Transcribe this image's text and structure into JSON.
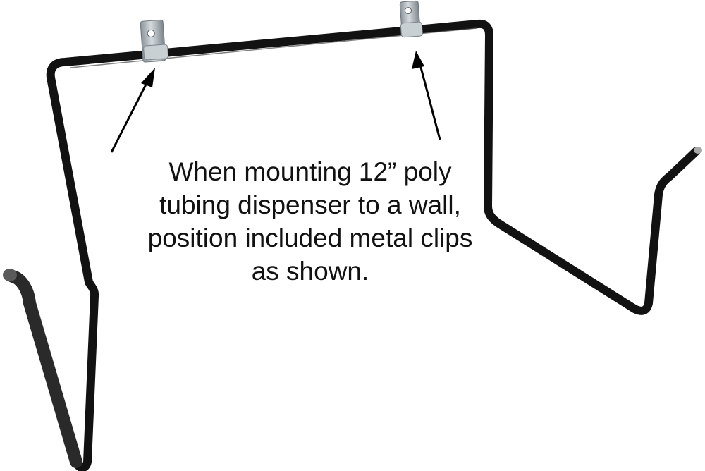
{
  "caption": {
    "lines": [
      "When mounting 12” poly",
      "tubing dispenser to a wall,",
      "position included metal clips",
      "as shown."
    ]
  },
  "figure": {
    "subject": "wall-mount wire bracket for 12” poly tubing dispenser",
    "clips_count": 2,
    "arrows_count": 2,
    "colors": {
      "wire": "#121212",
      "wire_highlight": "#5a5a5a",
      "clip": "#b9c0c6",
      "clip_shadow": "#7d868d",
      "arrow": "#000000",
      "background": "#ffffff"
    }
  }
}
